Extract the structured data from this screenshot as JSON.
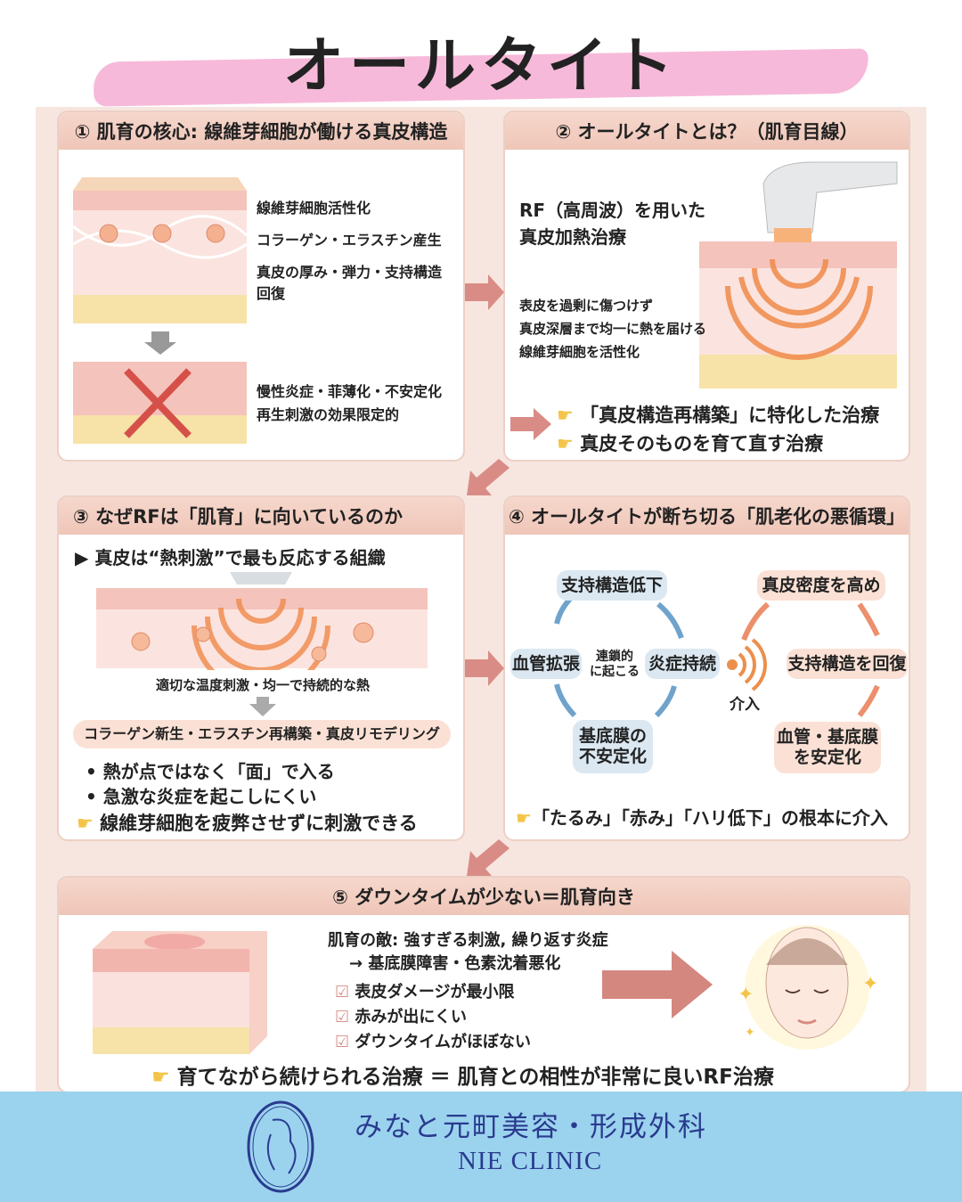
{
  "title": "オールタイト",
  "colors": {
    "accent_pink": "#f7b9d9",
    "panel_header": "#efc6b8",
    "footer_bg": "#9bd3ee",
    "footer_text": "#2a3b8f",
    "cycle_blue": "#dbe8f2",
    "cycle_peach": "#fbe1d5"
  },
  "panel1": {
    "header": "① 肌育の核心: 線維芽細胞が働ける真皮構造",
    "labels": [
      "線維芽細胞活性化",
      "コラーゲン・エラスチン産生",
      "真皮の厚み・弾力・支持構造",
      "回復"
    ],
    "bad": [
      "慢性炎症・菲薄化・不安定化",
      "再生刺激の効果限定的"
    ]
  },
  "panel2": {
    "header": "② オールタイトとは？（肌育目線）",
    "lead": [
      "RF（高周波）を用いた",
      "真皮加熱治療"
    ],
    "points": [
      "表皮を過剰に傷つけず",
      "真皮深層まで均一に熱を届ける",
      "線維芽細胞を活性化"
    ],
    "highlights": [
      "「真皮構造再構築」に特化した治療",
      "真皮そのものを育て直す治療"
    ]
  },
  "panel3": {
    "header": "③ なぜRFは「肌育」に向いているのか",
    "lead": "▶ 真皮は“熱刺激”で最も反応する組織",
    "caption": "適切な温度刺激・均一で持続的な熱",
    "result": "コラーゲン新生・エラスチン再構築・真皮リモデリング",
    "bullets": [
      "熱が点ではなく「面」で入る",
      "急激な炎症を起こしにくい"
    ],
    "highlight": "線維芽細胞を疲弊させずに刺激できる"
  },
  "panel4": {
    "header": "④ オールタイトが断ち切る「肌老化の悪循環」",
    "cycle": [
      "支持構造低下",
      "炎症持続",
      "基底膜の\n不安定化",
      "血管拡張"
    ],
    "cycle_center": "連鎖的\nに起こる",
    "intervene": "介入",
    "fix": [
      "真皮密度を高め",
      "支持構造を回復",
      "血管・基底膜\nを安定化"
    ],
    "highlight": "「たるみ」「赤み」「ハリ低下」の根本に介入"
  },
  "panel5": {
    "header": "⑤ ダウンタイムが少ない＝肌育向き",
    "enemy": [
      "肌育の敵: 強すぎる刺激, 繰り返す炎症",
      "→ 基底膜障害・色素沈着悪化"
    ],
    "checks": [
      "表皮ダメージが最小限",
      "赤みが出にくい",
      "ダウンタイムがほぼない"
    ],
    "highlight": "育てながら続けられる治療 ＝ 肌育との相性が非常に良いRF治療"
  },
  "footer": {
    "name_ja": "みなと元町美容・形成外科",
    "name_en": "NIE CLINIC"
  },
  "icons": {
    "pointing": "pointing-hand-icon",
    "check": "checkbox-checked-icon",
    "cross": "red-x-icon",
    "waves": "rf-wave-icon"
  }
}
